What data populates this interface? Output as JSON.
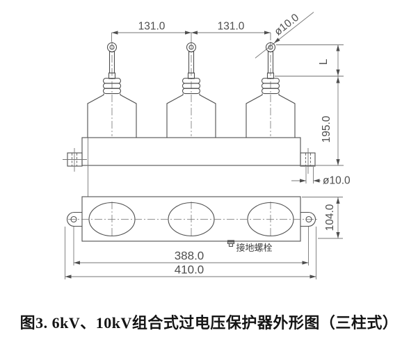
{
  "colors": {
    "background": "#ffffff",
    "outline_line": "#4e4e4e",
    "thin_line": "#767676",
    "dimension_text": "#4e4e4e",
    "caption_text": "#141414"
  },
  "drawing": {
    "dimensions": {
      "pitch_left": "131.0",
      "pitch_right": "131.0",
      "terminal_diameter": "ø10.0",
      "terminal_length": "L",
      "upper_height": "195.0",
      "side_bolt_diameter": "ø10.0",
      "base_depth": "104.0",
      "mounting_hole_spacing": "388.0",
      "overall_width": "410.0"
    },
    "labels": {
      "ground_bolt": "接地螺栓"
    }
  },
  "caption": "图3. 6kV、10kV组合式过电压保护器外形图（三柱式）"
}
